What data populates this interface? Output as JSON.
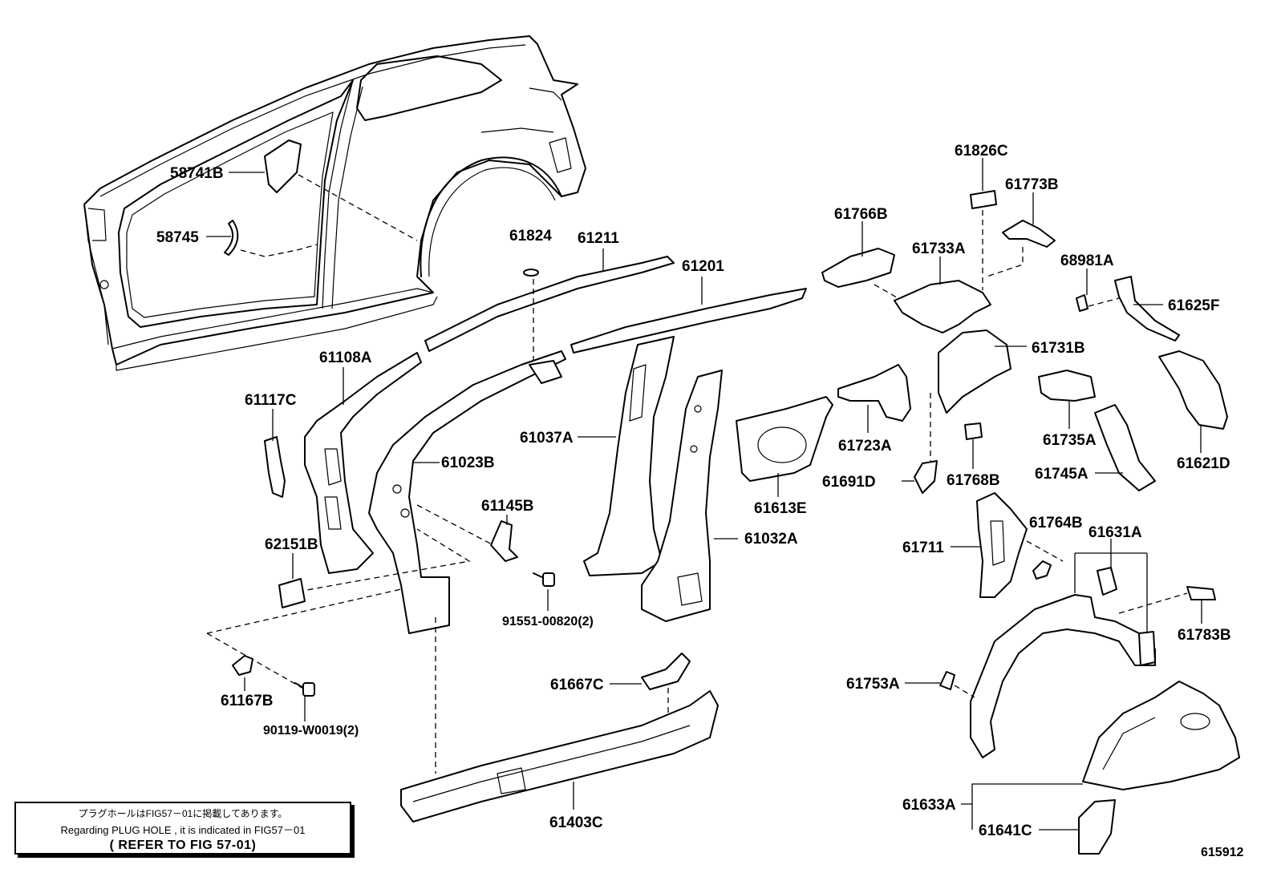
{
  "figure_id": "615912",
  "note": {
    "jp": "プラグホールはFIG57－01に掲載してあります。",
    "en": "Regarding PLUG HOLE , it is indicated in FIG57－01",
    "ref": "( REFER TO FIG 57-01)"
  },
  "labels": [
    {
      "id": "p58741b",
      "text": "58741B"
    },
    {
      "id": "p58745",
      "text": "58745"
    },
    {
      "id": "p61824",
      "text": "61824"
    },
    {
      "id": "p61211",
      "text": "61211"
    },
    {
      "id": "p61201",
      "text": "61201"
    },
    {
      "id": "p61108a",
      "text": "61108A"
    },
    {
      "id": "p61117c",
      "text": "61117C"
    },
    {
      "id": "p61023b",
      "text": "61023B"
    },
    {
      "id": "p61037a",
      "text": "61037A"
    },
    {
      "id": "p61145b",
      "text": "61145B"
    },
    {
      "id": "p62151b",
      "text": "62151B"
    },
    {
      "id": "p91551",
      "text": "91551-00820(2)"
    },
    {
      "id": "p61032a",
      "text": "61032A"
    },
    {
      "id": "p61167b",
      "text": "61167B"
    },
    {
      "id": "p90119",
      "text": "90119-W0019(2)"
    },
    {
      "id": "p61667c",
      "text": "61667C"
    },
    {
      "id": "p61403c",
      "text": "61403C"
    },
    {
      "id": "p61826c",
      "text": "61826C"
    },
    {
      "id": "p61773b",
      "text": "61773B"
    },
    {
      "id": "p61766b",
      "text": "61766B"
    },
    {
      "id": "p61733a",
      "text": "61733A"
    },
    {
      "id": "p68981a",
      "text": "68981A"
    },
    {
      "id": "p61625f",
      "text": "61625F"
    },
    {
      "id": "p61731b",
      "text": "61731B"
    },
    {
      "id": "p61723a",
      "text": "61723A"
    },
    {
      "id": "p61613e",
      "text": "61613E"
    },
    {
      "id": "p61691d",
      "text": "61691D"
    },
    {
      "id": "p61768b",
      "text": "61768B"
    },
    {
      "id": "p61735a",
      "text": "61735A"
    },
    {
      "id": "p61745a",
      "text": "61745A"
    },
    {
      "id": "p61621d",
      "text": "61621D"
    },
    {
      "id": "p61711",
      "text": "61711"
    },
    {
      "id": "p61764b",
      "text": "61764B"
    },
    {
      "id": "p61631a",
      "text": "61631A"
    },
    {
      "id": "p61783b",
      "text": "61783B"
    },
    {
      "id": "p61753a",
      "text": "61753A"
    },
    {
      "id": "p61633a",
      "text": "61633A"
    },
    {
      "id": "p61641c",
      "text": "61641C"
    }
  ]
}
